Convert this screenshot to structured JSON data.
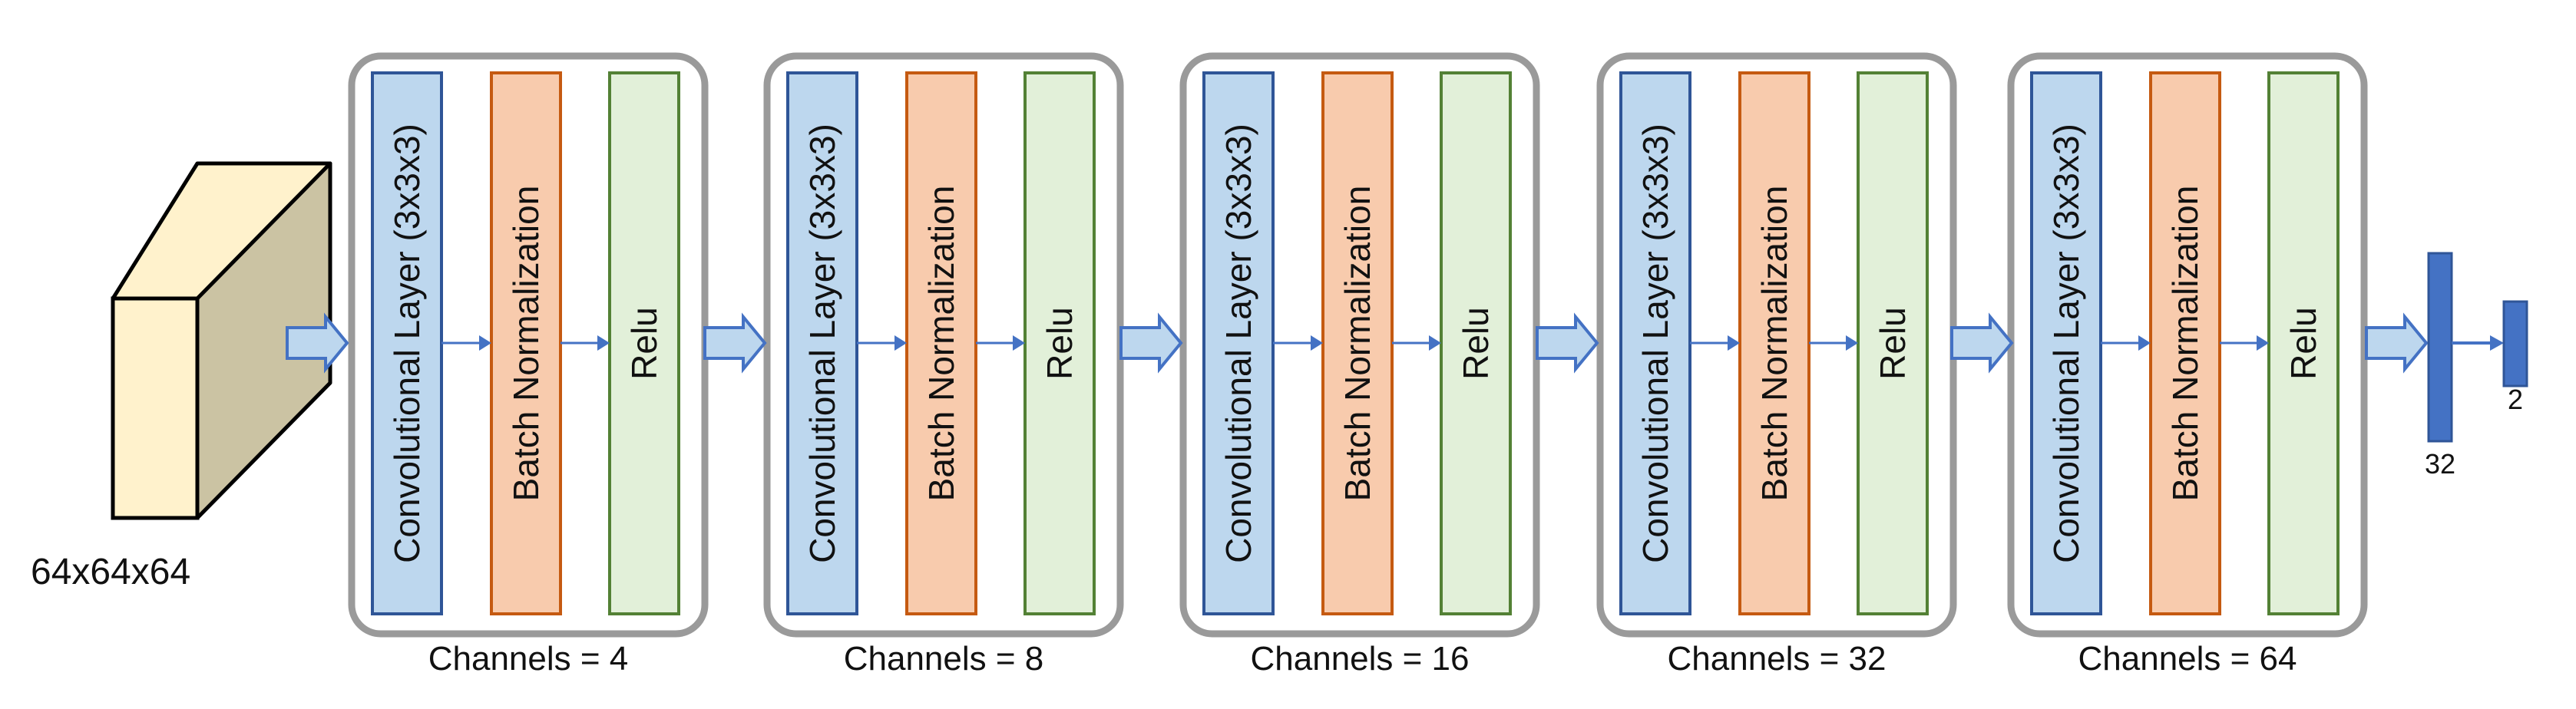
{
  "input": {
    "label": "64x64x64"
  },
  "layer_labels": {
    "conv": "Convolutional Layer (3x3x3)",
    "bn": "Batch Normalization",
    "relu": "Relu"
  },
  "blocks": [
    {
      "channels_label": "Channels = 4"
    },
    {
      "channels_label": "Channels = 8"
    },
    {
      "channels_label": "Channels = 16"
    },
    {
      "channels_label": "Channels = 32"
    },
    {
      "channels_label": "Channels = 64"
    }
  ],
  "output": {
    "fc1_label": "32",
    "fc2_label": "2"
  },
  "colors": {
    "conv_fill": "#bdd7ee",
    "conv_stroke": "#2f5597",
    "bn_fill": "#f8cbad",
    "bn_stroke": "#c55a11",
    "relu_fill": "#e2f0d9",
    "relu_stroke": "#538135",
    "block_border": "#9a9a9a",
    "arrow_fill": "#bdd7ee",
    "arrow_stroke": "#4472c4",
    "fc_fill": "#4472c4",
    "cube_front": "#fff2cc",
    "cube_top": "#fff2cc",
    "cube_side": "#cbc3a3"
  }
}
